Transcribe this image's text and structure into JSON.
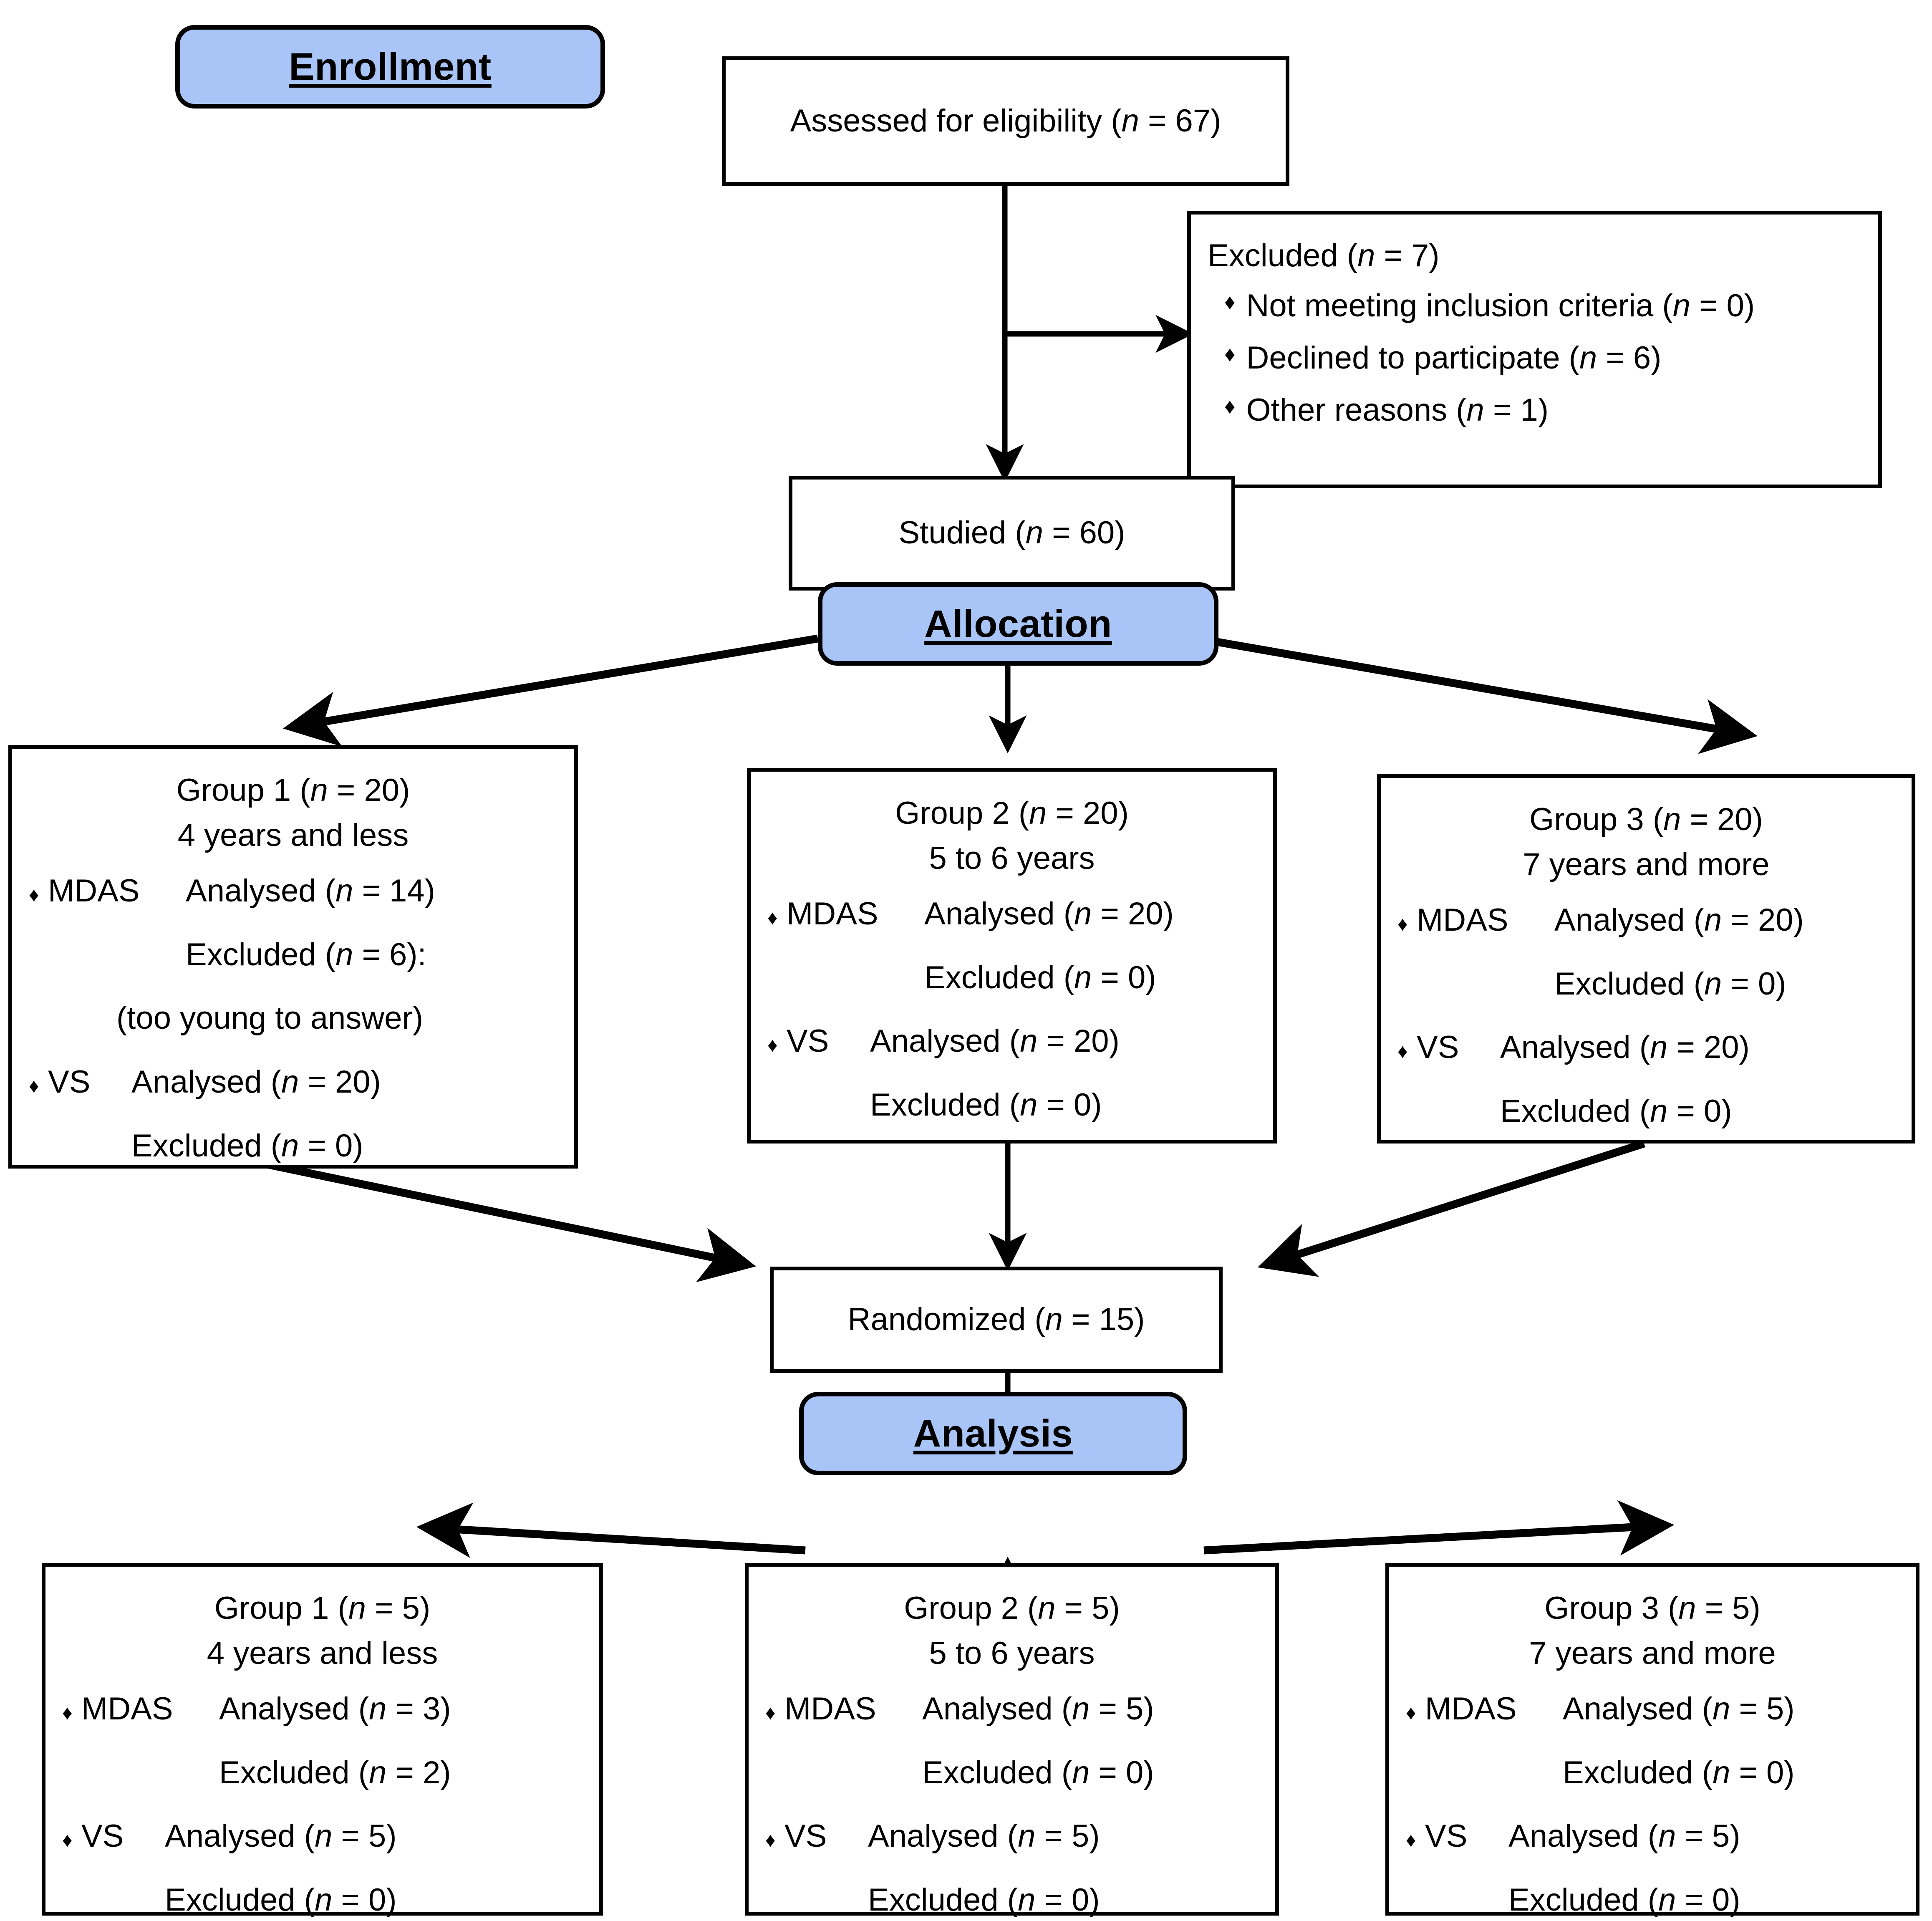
{
  "diagram": {
    "type": "consort-flow-diagram",
    "accent_color": "#a9c5f7",
    "line_color": "#000000",
    "background": "#ffffff"
  },
  "stages": {
    "enrollment": "Enrollment",
    "allocation": "Allocation",
    "analysis": "Analysis"
  },
  "nodes": {
    "assessed": {
      "label": "Assessed for eligibility (",
      "n_sym": "n",
      "eq": " = 67)"
    },
    "studied": {
      "label": "Studied (",
      "n_sym": "n",
      "eq": " = 60)"
    },
    "randomized": {
      "label": "Randomized (",
      "n_sym": "n",
      "eq": " = 15)"
    }
  },
  "excluded_box": {
    "title_pre": "Excluded (",
    "title_n": "n",
    "title_post": " = 7)",
    "bullet_glyph": "♦",
    "items": [
      {
        "text_pre": "Not meeting inclusion criteria (",
        "n_sym": "n",
        "text_post": " = 0)"
      },
      {
        "text_pre": "Declined to participate (",
        "n_sym": "n",
        "text_post": " = 6)"
      },
      {
        "text_pre": "Other reasons (",
        "n_sym": "n",
        "text_post": " = 1)"
      }
    ]
  },
  "allocation_groups": [
    {
      "title_pre": "Group 1 (",
      "title_n": "n",
      "title_post": " = 20)",
      "age": "4 years and less",
      "bullet_glyph": "♦",
      "rows": [
        {
          "kind": "measure",
          "tag": "MDAS",
          "value_pre": "Analysed (",
          "value_n": "n",
          "value_post": " = 14)"
        },
        {
          "kind": "sub",
          "value_pre": "Excluded (",
          "value_n": "n",
          "value_post": " = 6):"
        },
        {
          "kind": "note",
          "text": "(too young to answer)"
        },
        {
          "kind": "measure",
          "tag": "VS",
          "value_pre": "Analysed (",
          "value_n": "n",
          "value_post": " = 20)"
        },
        {
          "kind": "sub",
          "value_pre": "Excluded (",
          "value_n": "n",
          "value_post": " = 0)"
        }
      ]
    },
    {
      "title_pre": "Group 2 (",
      "title_n": "n",
      "title_post": " = 20)",
      "age": "5 to 6 years",
      "bullet_glyph": "♦",
      "rows": [
        {
          "kind": "measure",
          "tag": "MDAS",
          "value_pre": "Analysed (",
          "value_n": "n",
          "value_post": " = 20)"
        },
        {
          "kind": "sub",
          "value_pre": "Excluded (",
          "value_n": "n",
          "value_post": " = 0)"
        },
        {
          "kind": "measure",
          "tag": "VS",
          "value_pre": "Analysed (",
          "value_n": "n",
          "value_post": " = 20)"
        },
        {
          "kind": "sub",
          "value_pre": "Excluded (",
          "value_n": "n",
          "value_post": " = 0)"
        }
      ]
    },
    {
      "title_pre": "Group 3 (",
      "title_n": "n",
      "title_post": " = 20)",
      "age": "7 years and more",
      "bullet_glyph": "♦",
      "rows": [
        {
          "kind": "measure",
          "tag": "MDAS",
          "value_pre": "Analysed (",
          "value_n": "n",
          "value_post": " = 20)"
        },
        {
          "kind": "sub",
          "value_pre": "Excluded (",
          "value_n": "n",
          "value_post": " = 0)"
        },
        {
          "kind": "measure",
          "tag": "VS",
          "value_pre": "Analysed (",
          "value_n": "n",
          "value_post": " = 20)"
        },
        {
          "kind": "sub",
          "value_pre": "Excluded (",
          "value_n": "n",
          "value_post": " = 0)"
        }
      ]
    }
  ],
  "analysis_groups": [
    {
      "title_pre": "Group 1 (",
      "title_n": "n",
      "title_post": " = 5)",
      "age": "4 years and less",
      "bullet_glyph": "♦",
      "rows": [
        {
          "kind": "measure",
          "tag": "MDAS",
          "value_pre": "Analysed (",
          "value_n": "n",
          "value_post": " = 3)"
        },
        {
          "kind": "sub",
          "value_pre": "Excluded (",
          "value_n": "n",
          "value_post": " = 2)"
        },
        {
          "kind": "measure",
          "tag": "VS",
          "value_pre": "Analysed (",
          "value_n": "n",
          "value_post": " = 5)"
        },
        {
          "kind": "sub",
          "value_pre": "Excluded (",
          "value_n": "n",
          "value_post": " = 0)"
        }
      ]
    },
    {
      "title_pre": "Group 2 (",
      "title_n": "n",
      "title_post": " = 5)",
      "age": "5 to 6 years",
      "bullet_glyph": "♦",
      "rows": [
        {
          "kind": "measure",
          "tag": "MDAS",
          "value_pre": "Analysed (",
          "value_n": "n",
          "value_post": " = 5)"
        },
        {
          "kind": "sub",
          "value_pre": "Excluded (",
          "value_n": "n",
          "value_post": " = 0)"
        },
        {
          "kind": "measure",
          "tag": "VS",
          "value_pre": "Analysed (",
          "value_n": "n",
          "value_post": " = 5)"
        },
        {
          "kind": "sub",
          "value_pre": "Excluded (",
          "value_n": "n",
          "value_post": " = 0)"
        }
      ]
    },
    {
      "title_pre": "Group 3 (",
      "title_n": "n",
      "title_post": " = 5)",
      "age": "7 years and more",
      "bullet_glyph": "♦",
      "rows": [
        {
          "kind": "measure",
          "tag": "MDAS",
          "value_pre": "Analysed (",
          "value_n": "n",
          "value_post": " = 5)"
        },
        {
          "kind": "sub",
          "value_pre": "Excluded (",
          "value_n": "n",
          "value_post": " = 0)"
        },
        {
          "kind": "measure",
          "tag": "VS",
          "value_pre": "Analysed (",
          "value_n": "n",
          "value_post": " = 5)"
        },
        {
          "kind": "sub",
          "value_pre": "Excluded (",
          "value_n": "n",
          "value_post": " = 0)"
        }
      ]
    }
  ]
}
